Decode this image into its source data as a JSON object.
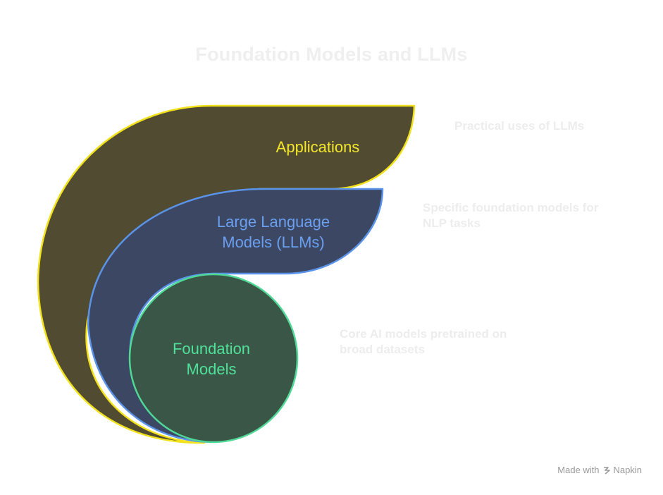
{
  "title": "Foundation Models and LLMs",
  "layers": [
    {
      "name": "Applications",
      "description": "Practical uses of LLMs",
      "fill": "#514b31",
      "stroke": "#f2e21b",
      "label_color": "#f4e62a"
    },
    {
      "name": "Large Language Models (LLMs)",
      "description": "Specific foundation models for NLP tasks",
      "fill": "#3b4763",
      "stroke": "#5b93e8",
      "label_color": "#6b9ff0"
    },
    {
      "name": "Foundation Models",
      "description": "Core AI models pretrained on broad datasets",
      "fill": "#3a5646",
      "stroke": "#4fd896",
      "label_color": "#4fe09a"
    }
  ],
  "footer": {
    "text": "Made with",
    "brand": "Napkin",
    "icon": "napkin-logo-icon"
  }
}
